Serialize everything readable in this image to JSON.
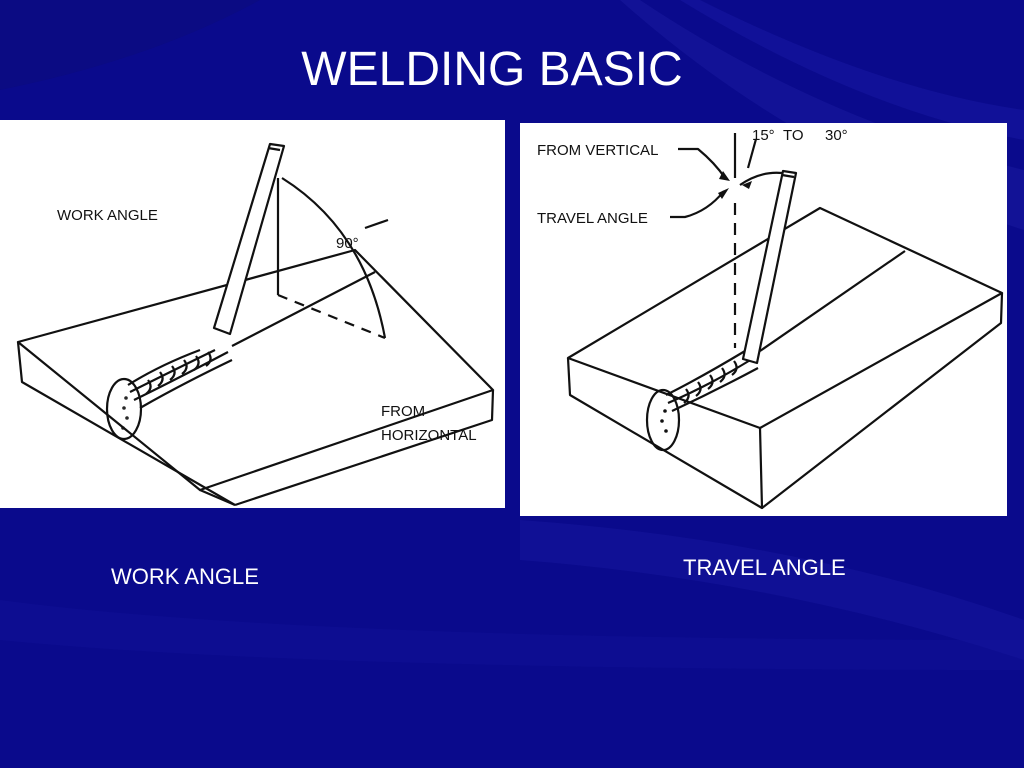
{
  "slide": {
    "title": "WELDING BASIC",
    "background_color": "#0a0a8c"
  },
  "figures": {
    "work_angle": {
      "caption": "WORK ANGLE",
      "labels": {
        "work_angle": "WORK ANGLE",
        "angle": "90°",
        "from": "FROM",
        "horizontal": "HORIZONTAL"
      }
    },
    "travel_angle": {
      "caption": "TRAVEL ANGLE",
      "labels": {
        "range_start": "15°",
        "range_to": "TO",
        "range_end": "30°",
        "from_vertical": "FROM VERTICAL",
        "travel_angle": "TRAVEL ANGLE"
      }
    }
  }
}
